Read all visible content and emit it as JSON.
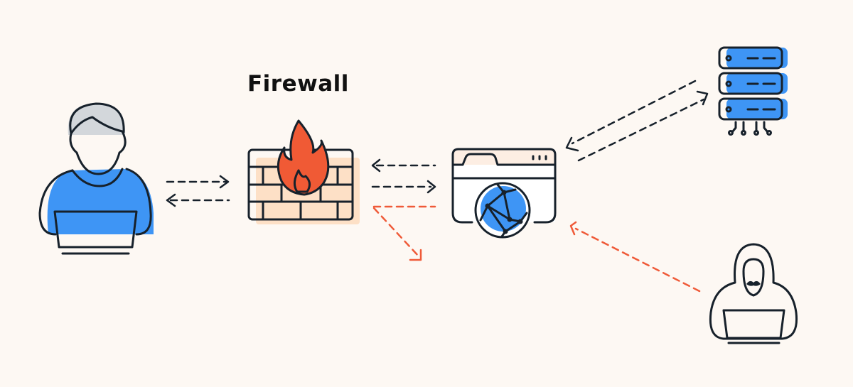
{
  "diagram": {
    "title": "Firewall",
    "nodes": [
      {
        "id": "user",
        "icon": "user-laptop-icon"
      },
      {
        "id": "firewall",
        "icon": "firewall-icon"
      },
      {
        "id": "website",
        "icon": "browser-globe-icon"
      },
      {
        "id": "server",
        "icon": "server-icon"
      },
      {
        "id": "hacker",
        "icon": "hacker-icon"
      }
    ],
    "colors": {
      "background": "#fdf8f3",
      "accent_blue": "#3e95f5",
      "flame": "#f05a35",
      "blocked": "#ef5a38",
      "wall_fill": "#fde0c6",
      "ink": "#17212b",
      "gray": "#7d8b94"
    }
  }
}
